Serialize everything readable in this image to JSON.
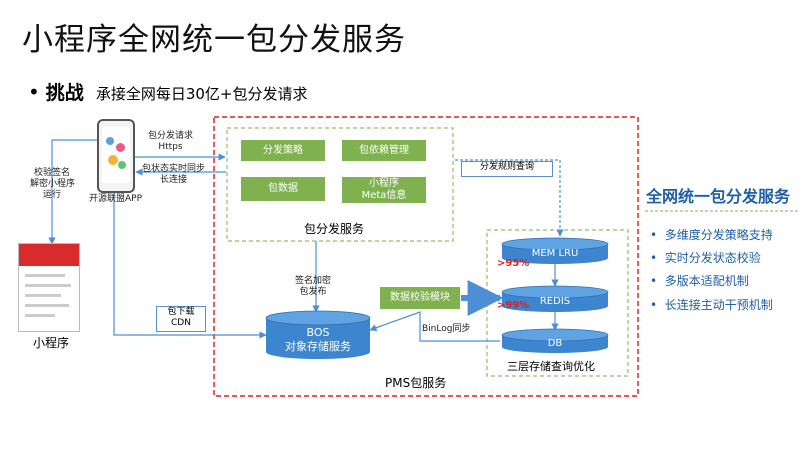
{
  "title": "小程序全网统一包分发服务",
  "challenge": {
    "bullet": "•",
    "label": "挑战",
    "text": "承接全网每日30亿+包分发请求"
  },
  "left": {
    "verify_note": [
      "校验签名",
      "解密小程序",
      "运行"
    ],
    "app_label": "开源联盟APP",
    "mini_label": "小程序"
  },
  "arrows": {
    "request": [
      "包分发请求",
      "Https"
    ],
    "sync": [
      "包状态实时同步",
      "长连接"
    ],
    "rule_query": "分发规则查询",
    "sign": [
      "签名加密",
      "包发布"
    ],
    "download": [
      "包下载",
      "CDN"
    ],
    "binlog": "BinLog同步"
  },
  "dispatch": {
    "items": [
      "分发策略",
      "包依赖管理",
      "包数据",
      "小程序\nMeta信息"
    ],
    "label": "包分发服务"
  },
  "bos": {
    "line1": "BOS",
    "line2": "对象存储服务"
  },
  "verify_module": "数据校验模块",
  "storage": {
    "mem": "MEM LRU",
    "redis": "REDIS",
    "db": "DB",
    "pct1": ">95%",
    "pct2": ">99%",
    "label": "三层存储查询优化"
  },
  "pms_label": "PMS包服务",
  "side": {
    "title": "全网统一包分发服务",
    "items": [
      "多维度分发策略支持",
      "实时分发状态校验",
      "多版本适配机制",
      "长连接主动干预机制"
    ]
  },
  "colors": {
    "red_border": "#e0201c",
    "green": "#7fb24f",
    "blue": "#4d8fd6",
    "accent": "#1e5fa8"
  }
}
